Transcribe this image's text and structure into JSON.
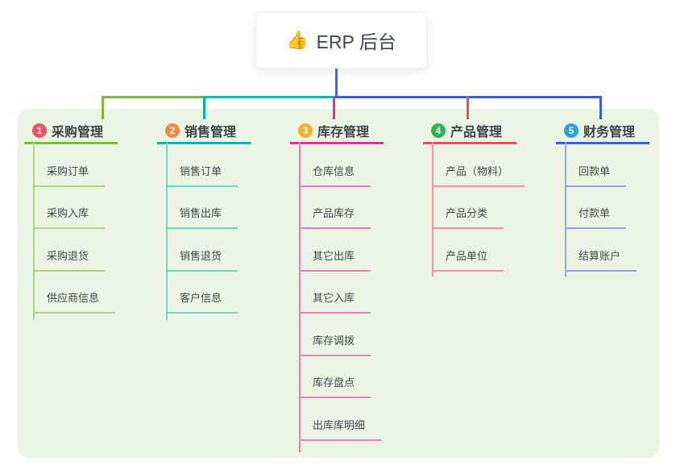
{
  "root": {
    "icon": "👍",
    "label": "ERP 后台"
  },
  "connector_colors": {
    "root_line": "#5863d2"
  },
  "branches": [
    {
      "badge": "1",
      "title": "采购管理",
      "colors": {
        "badge": "#f1506a",
        "line": "#7fba3c",
        "spine": "#aad582"
      },
      "children": [
        "采购订单",
        "采购入库",
        "采购退货",
        "供应商信息"
      ]
    },
    {
      "badge": "2",
      "title": "销售管理",
      "colors": {
        "badge": "#f8883f",
        "line": "#00b6ae",
        "spine": "#74d2c8"
      },
      "children": [
        "销售订单",
        "销售出库",
        "销售退货",
        "客户信息"
      ]
    },
    {
      "badge": "3",
      "title": "库存管理",
      "colors": {
        "badge": "#fbae2b",
        "line": "#d6378f",
        "spine": "#f07ab8"
      },
      "children": [
        "仓库信息",
        "产品库存",
        "其它出库",
        "其它入库",
        "库存调拨",
        "库存盘点",
        "出库库明细"
      ]
    },
    {
      "badge": "4",
      "title": "产品管理",
      "colors": {
        "badge": "#2cb553",
        "line": "#f4495c",
        "spine": "#f8949d"
      },
      "children": [
        "产品（物料）",
        "产品分类",
        "产品单位"
      ]
    },
    {
      "badge": "5",
      "title": "财务管理",
      "colors": {
        "badge": "#2d9fe3",
        "line": "#3f5fd7",
        "spine": "#93a8e0"
      },
      "children": [
        "回款单",
        "付款单",
        "结算账户"
      ]
    }
  ]
}
